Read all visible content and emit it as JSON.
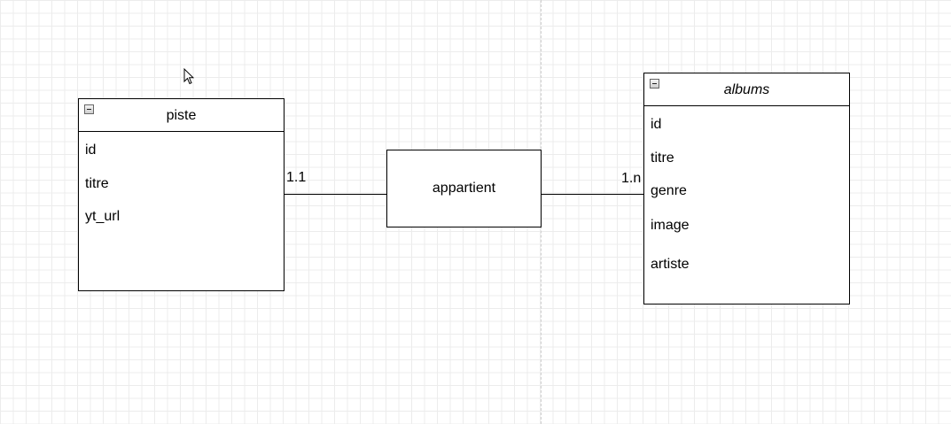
{
  "entities": {
    "piste": {
      "title": "piste",
      "attributes": [
        "id",
        "titre",
        "yt_url"
      ]
    },
    "albums": {
      "title": "albums",
      "attributes": [
        "id",
        "titre",
        "genre",
        "image",
        "artiste"
      ]
    }
  },
  "relationship": {
    "label": "appartient"
  },
  "cardinalities": {
    "piste_side": "1.1",
    "albums_side": "1.n"
  },
  "icons": {
    "collapse": "collapse-minus-icon",
    "cursor": "mouse-pointer-icon"
  }
}
